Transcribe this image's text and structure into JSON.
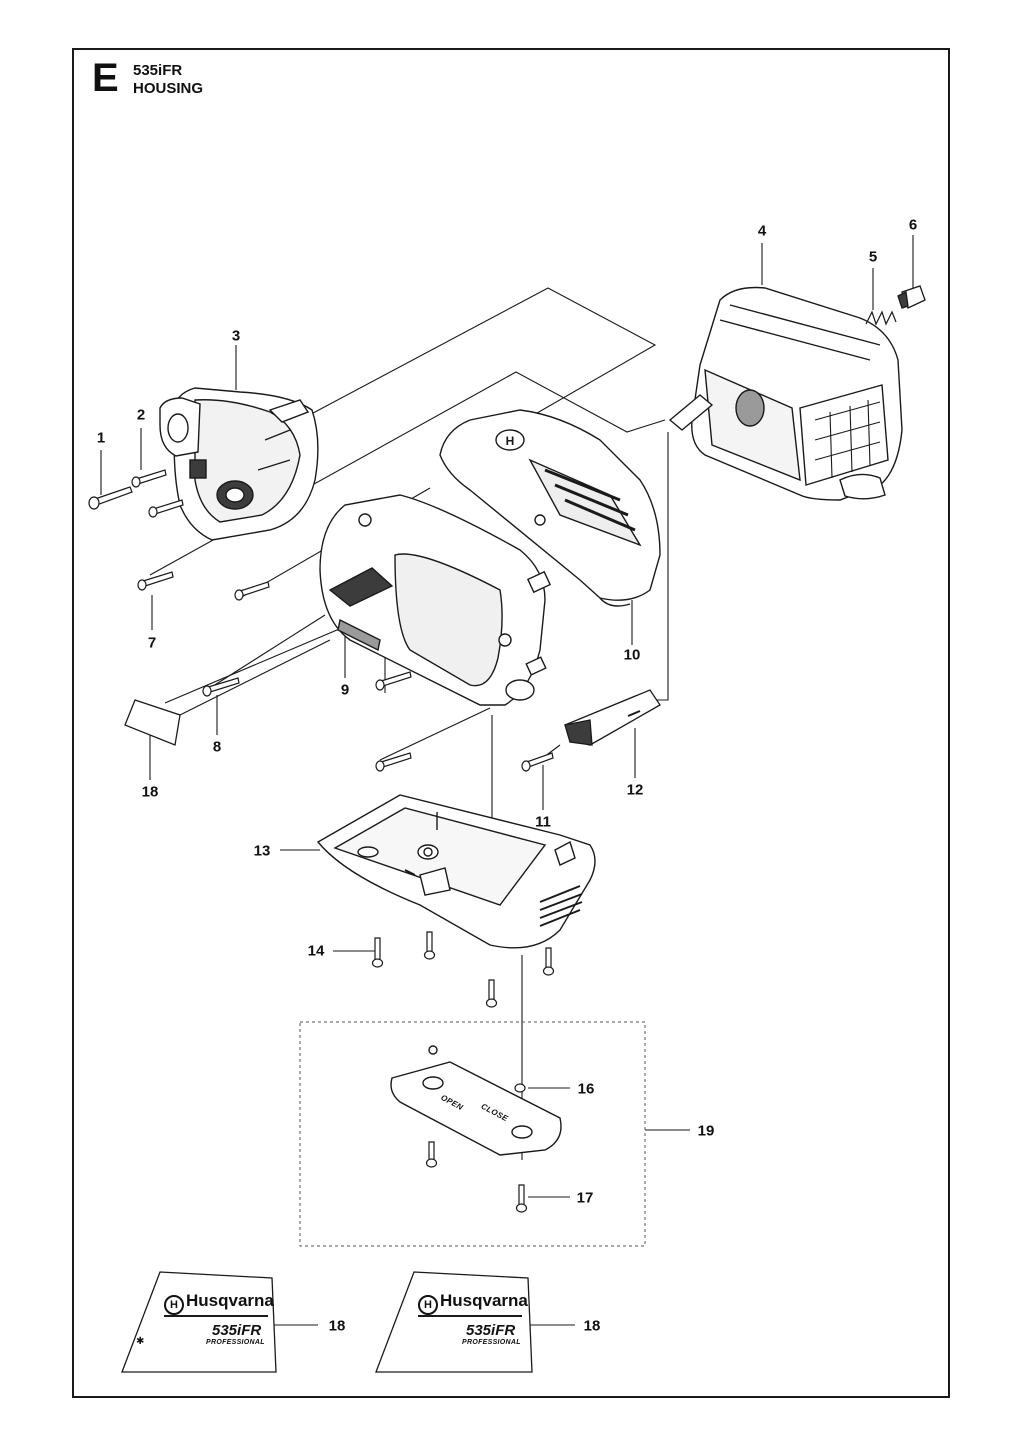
{
  "header": {
    "section_letter": "E",
    "model": "535iFR",
    "title": "HOUSING"
  },
  "callouts": [
    {
      "id": "c1",
      "label": "1"
    },
    {
      "id": "c2",
      "label": "2"
    },
    {
      "id": "c3",
      "label": "3"
    },
    {
      "id": "c4",
      "label": "4"
    },
    {
      "id": "c5",
      "label": "5"
    },
    {
      "id": "c6",
      "label": "6"
    },
    {
      "id": "c7",
      "label": "7"
    },
    {
      "id": "c8",
      "label": "8"
    },
    {
      "id": "c9",
      "label": "9"
    },
    {
      "id": "c10",
      "label": "10"
    },
    {
      "id": "c11",
      "label": "11"
    },
    {
      "id": "c12",
      "label": "12"
    },
    {
      "id": "c13",
      "label": "13"
    },
    {
      "id": "c14",
      "label": "14"
    },
    {
      "id": "c16",
      "label": "16"
    },
    {
      "id": "c17",
      "label": "17"
    },
    {
      "id": "c18a",
      "label": "18"
    },
    {
      "id": "c19",
      "label": "19"
    },
    {
      "id": "c18b",
      "label": "18"
    },
    {
      "id": "c18c",
      "label": "18"
    }
  ],
  "decals": [
    {
      "brand": "Husqvarna",
      "model": "535iFR",
      "tag": "PROFESSIONAL",
      "icon": "bluetooth-icon"
    },
    {
      "brand": "Husqvarna",
      "model": "535iFR",
      "tag": "PROFESSIONAL"
    }
  ],
  "plate_text": {
    "line1": "OPEN",
    "line2": "CLOSE"
  },
  "colors": {
    "line": "#1a1a1a",
    "part_fill": "#ffffff",
    "shade_fill": "#9a9a9a",
    "dark_fill": "#3c3c3c"
  }
}
